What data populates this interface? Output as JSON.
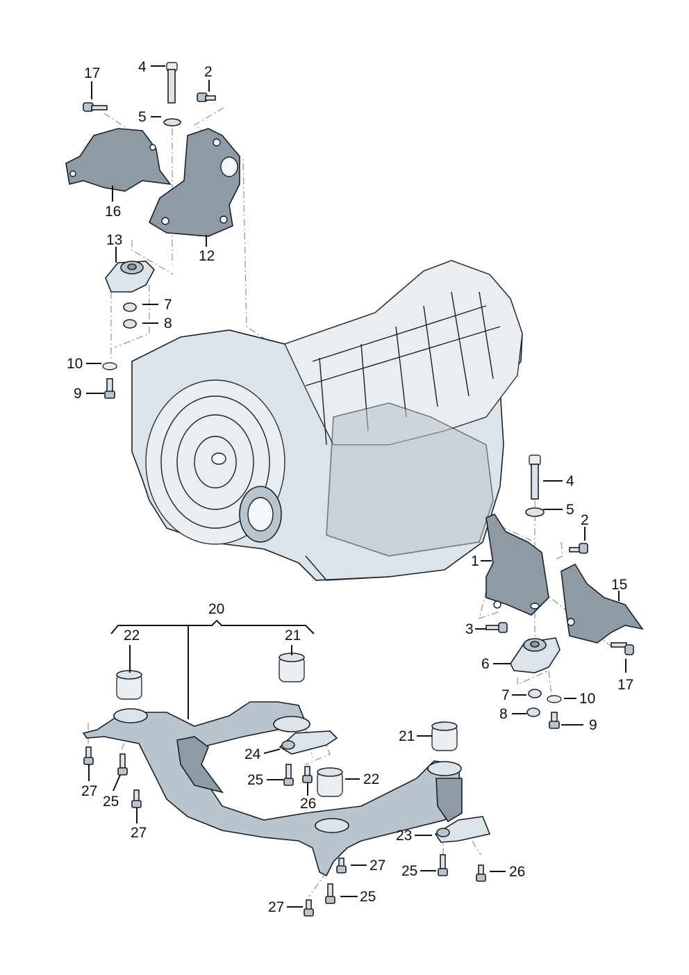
{
  "title": "Gearbox mounting and subframe exploded view",
  "callouts": {
    "c17_top": "17",
    "c4_top": "4",
    "c2_top": "2",
    "c5_top": "5",
    "c16": "16",
    "c12": "12",
    "c13": "13",
    "c7_left": "7",
    "c8_left": "8",
    "c10_left": "10",
    "c9_left": "9",
    "c4_right": "4",
    "c5_right": "5",
    "c2_right": "2",
    "c1": "1",
    "c15": "15",
    "c3": "3",
    "c17_right": "17",
    "c6": "6",
    "c7_right": "7",
    "c10_right": "10",
    "c8_right": "8",
    "c9_right": "9",
    "c20": "20",
    "c22_top": "22",
    "c21_top": "21",
    "c24": "24",
    "c27_a": "27",
    "c25_a": "25",
    "c27_b": "27",
    "c25_b": "25",
    "c26_a": "26",
    "c22_mid": "22",
    "c21_right": "21",
    "c23": "23",
    "c27_c": "27",
    "c25_c": "25",
    "c26_b": "26",
    "c27_d": "27",
    "c25_d": "25"
  },
  "parts": {
    "gearbox": "gearbox-assembly",
    "subframe": "subframe-assembly"
  }
}
